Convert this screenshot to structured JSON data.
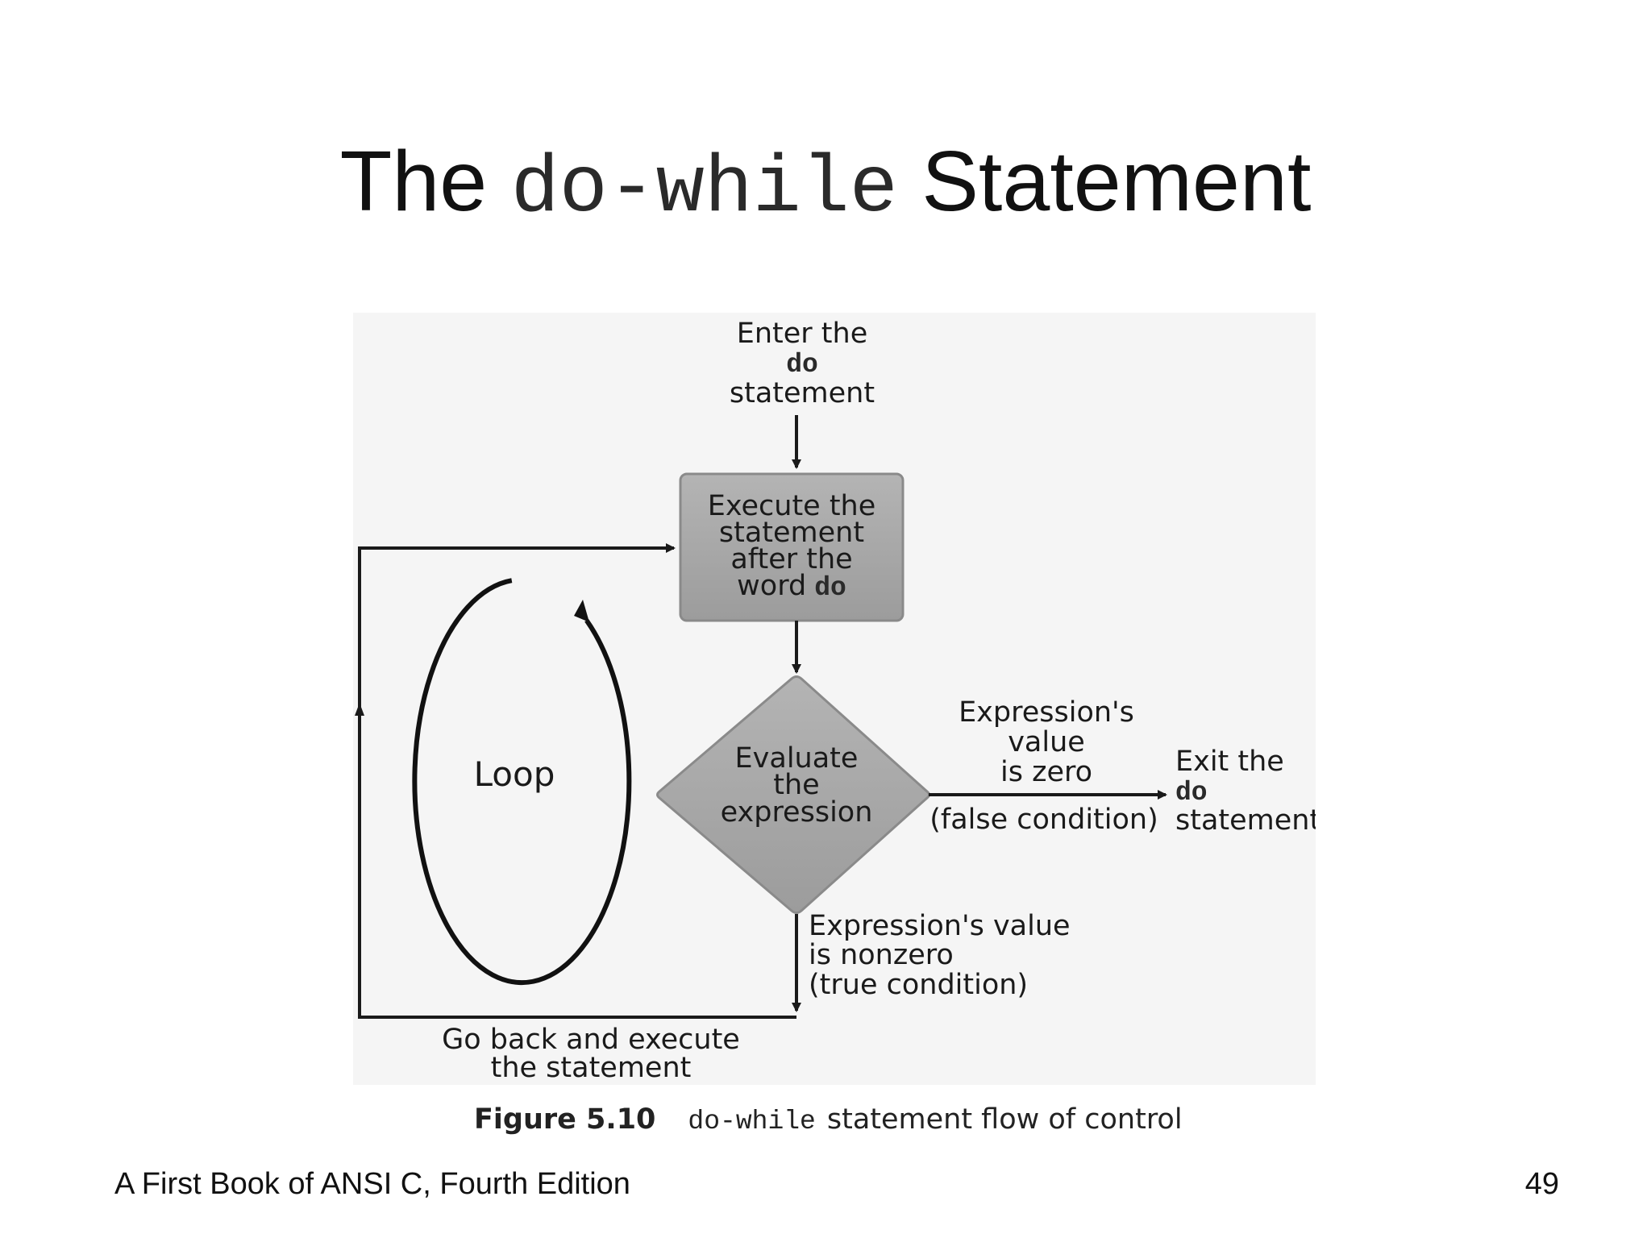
{
  "slide": {
    "title_pre": "The",
    "title_code": "do-while",
    "title_post": "Statement",
    "footer_left": "A First Book of ANSI C, Fourth Edition",
    "page_number": "49"
  },
  "diagram": {
    "entry_label": {
      "line1": "Enter the",
      "code": "do",
      "line3": "statement"
    },
    "execute_box": {
      "line1": "Execute the",
      "line2": "statement",
      "line3": "after the",
      "line4_text": "word",
      "line4_code": "do"
    },
    "decision": {
      "line1": "Evaluate",
      "line2": "the",
      "line3": "expression"
    },
    "loop_label": "Loop",
    "false_branch": {
      "line1": "Expression's",
      "line2": "value",
      "line3": "is zero",
      "condition": "(false condition)"
    },
    "exit_label": {
      "line1": "Exit the",
      "code": "do",
      "line3": "statement"
    },
    "true_branch": {
      "line1": "Expression's value",
      "line2": "is nonzero",
      "condition": "(true condition)"
    },
    "back_label": {
      "line1": "Go back and execute",
      "line2": "the statement"
    },
    "colors": {
      "box_fill": "#a6a6a6",
      "box_stroke": "#8a8a8a",
      "line": "#1a1a1a",
      "panel": "#f5f5f5"
    }
  },
  "caption": {
    "figure_number": "Figure 5.10",
    "code": "do-while",
    "text": "statement flow of control"
  }
}
